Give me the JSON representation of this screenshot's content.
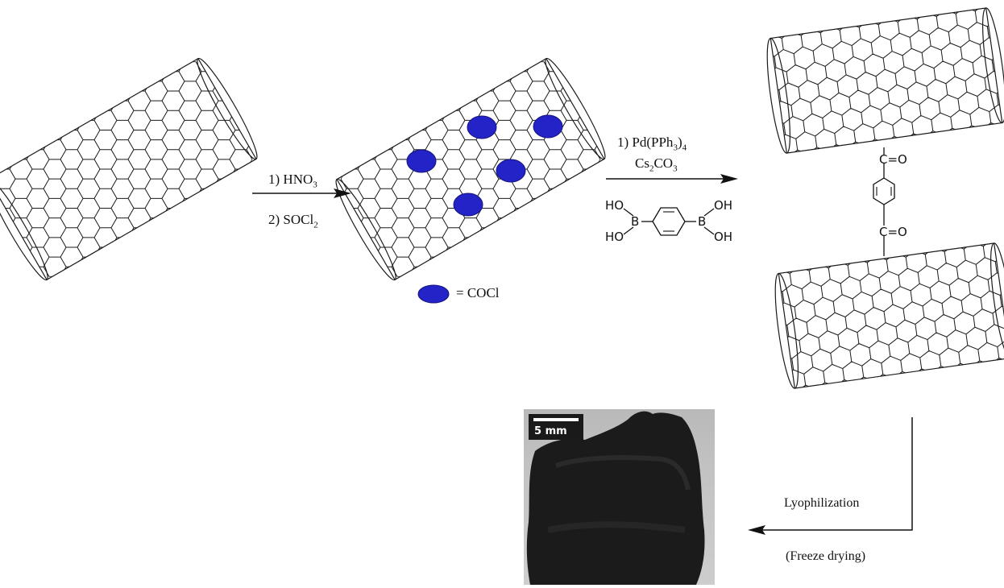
{
  "step1": {
    "reagent1": "1) HNO",
    "reagent1_sub": "3",
    "reagent2": "2) SOCl",
    "reagent2_sub": "2"
  },
  "legend": {
    "text": "= COCl",
    "marker_color": "#2323c8"
  },
  "step2": {
    "catalyst_a": "1) Pd(PPh",
    "catalyst_sub1": "3",
    "catalyst_b": ")",
    "catalyst_sub2": "4",
    "base_a": "Cs",
    "base_sub1": "2",
    "base_b": "CO",
    "base_sub2": "3",
    "boronic": {
      "ho_top": "HO",
      "ho_bottom": "HO",
      "b_left": "B",
      "b_right": "B",
      "oh_top": "OH",
      "oh_bottom": "OH"
    }
  },
  "linker": {
    "carbonyl_top": "C=O",
    "carbonyl_bottom": "C=O"
  },
  "step3": {
    "label": "Lyophilization",
    "sublabel": "(Freeze drying)"
  },
  "photo": {
    "scale_label": "5 mm"
  },
  "colors": {
    "ink": "#111111",
    "coc_marker": "#2323c8",
    "aerogel": "#1b1b1b"
  }
}
